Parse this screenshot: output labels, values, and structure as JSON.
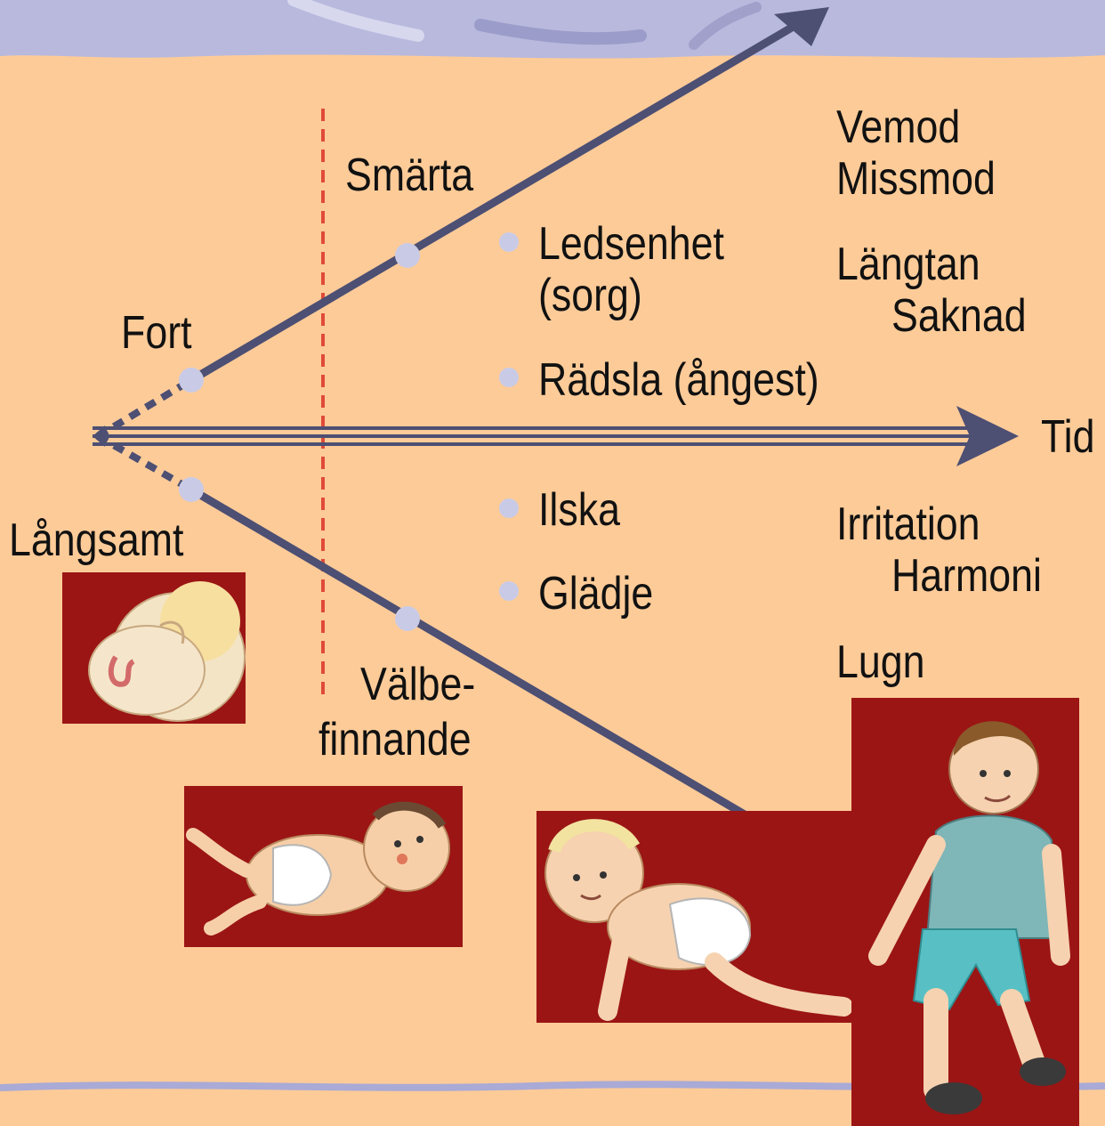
{
  "colors": {
    "background": "#fdcb98",
    "top_band": "#b8b9dd",
    "arrow": "#4d4f73",
    "dot": "#c9cbe6",
    "divider": "#e04a3a",
    "picture_bg": "#9b1515"
  },
  "labels": {
    "fort": "Fort",
    "langsamt": "Långsamt",
    "smarta": "Smärta",
    "valbe_line1": "Välbe-",
    "valbe_line2": "finnande",
    "tid": "Tid",
    "vemod": "Vemod",
    "missmod": "Missmod",
    "langtan": "Längtan",
    "saknad": "Saknad",
    "irritation": "Irritation",
    "harmoni": "Harmoni",
    "lugn": "Lugn"
  },
  "bullets": [
    {
      "line1": "Ledsenhet",
      "line2": "(sorg)"
    },
    {
      "line1": "Rädsla (ångest)"
    },
    {
      "line1": "Ilska"
    },
    {
      "line1": "Glädje"
    }
  ],
  "pictures": {
    "fetus": "fetus-illustration",
    "baby_lying": "baby-lying-illustration",
    "baby_crawling": "baby-crawling-illustration",
    "child_walking": "child-walking-illustration"
  }
}
